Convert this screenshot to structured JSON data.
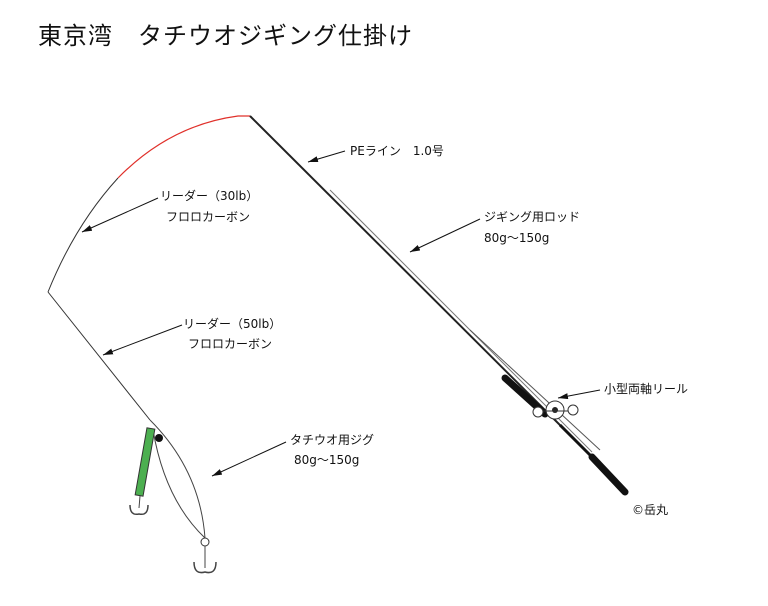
{
  "title": "東京湾　タチウオジギング仕掛け",
  "labels": {
    "pe_line": "PEライン　1.0号",
    "leader30_line1": "リーダー（30lb）",
    "leader30_line2": "フロロカーボン",
    "rod_line1": "ジギング用ロッド",
    "rod_line2": "80g〜150g",
    "leader50_line1": "リーダー（50lb）",
    "leader50_line2": "フロロカーボン",
    "reel": "小型両軸リール",
    "jig_line1": "タチウオ用ジグ",
    "jig_line2": "80g〜150g",
    "copyright": "©岳丸"
  },
  "colors": {
    "pe_line": "#e0302a",
    "jig": "#4caf50",
    "line": "#333333"
  }
}
